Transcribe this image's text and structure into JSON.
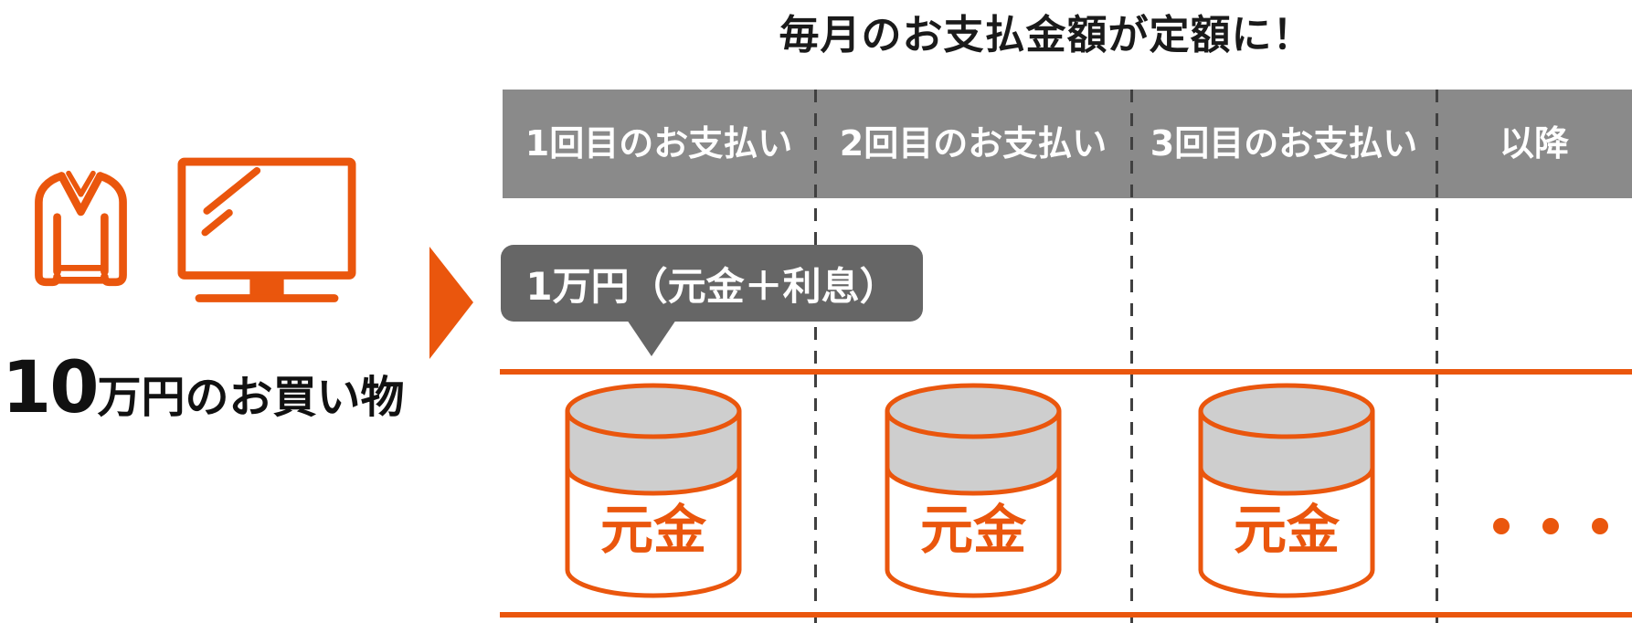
{
  "title": "毎月のお支払金額が定額に！",
  "purchase": {
    "amount": "10",
    "unit_caption": "万円のお買い物",
    "icons": [
      "sweater-icon",
      "monitor-icon"
    ]
  },
  "callout": {
    "label": "1万円（元金＋利息）"
  },
  "table": {
    "columns": [
      {
        "label": "1回目のお支払い",
        "content": "元金",
        "content_icon": "principal-jar-icon"
      },
      {
        "label": "2回目のお支払い",
        "content": "元金",
        "content_icon": "principal-jar-icon"
      },
      {
        "label": "3回目のお支払い",
        "content": "元金",
        "content_icon": "principal-jar-icon"
      },
      {
        "label": "以降",
        "content": "・・・",
        "content_icon": "ellipsis-dots-icon"
      }
    ]
  },
  "colors": {
    "accent_orange": "#ea560d",
    "header_gray": "#8a8a8a",
    "callout_gray": "#666666",
    "jar_lid_gray": "#cecece",
    "divider_gray": "#404040",
    "text_black": "#1a1a1a",
    "header_text": "#ffffff"
  }
}
